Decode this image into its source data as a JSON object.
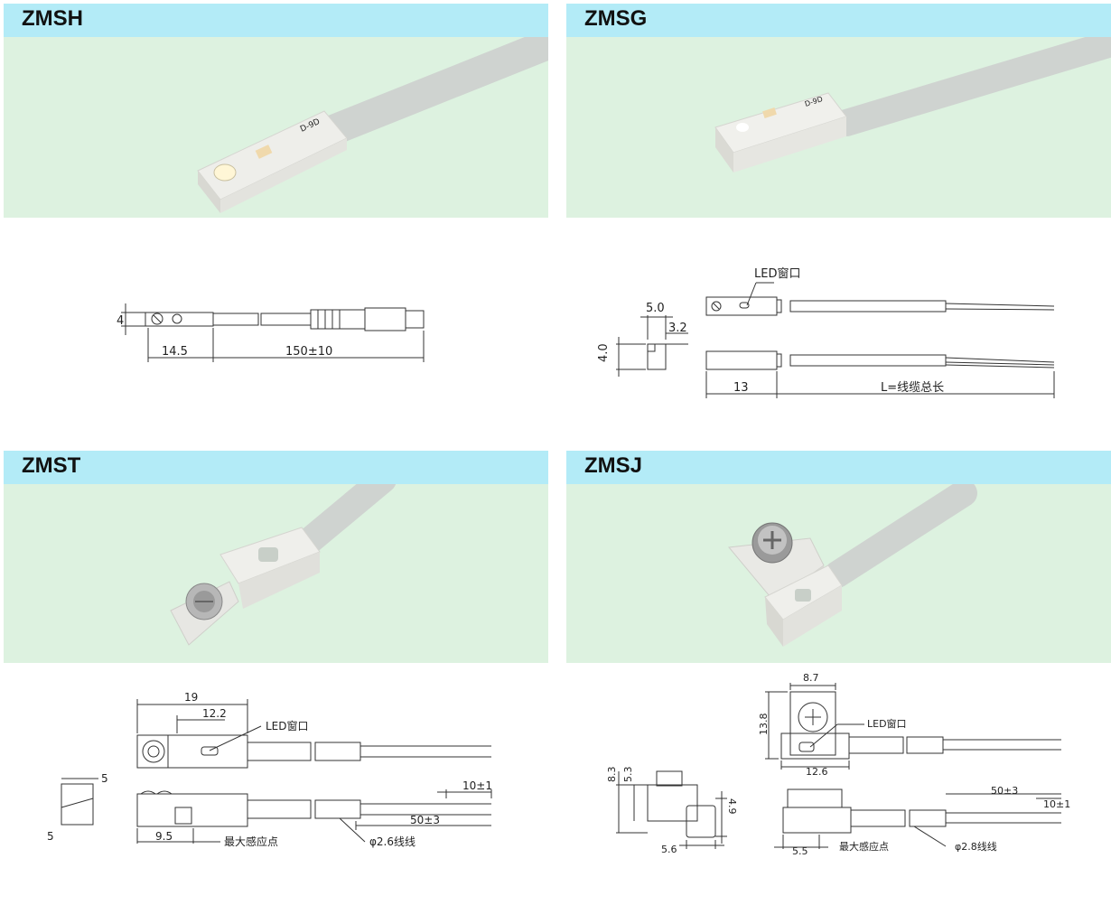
{
  "panels": [
    {
      "id": "zmsh",
      "title": "ZMSH",
      "photo_label": "D-9D",
      "dims": {
        "height": "4",
        "body": "14.5",
        "cable": "150±10"
      }
    },
    {
      "id": "zmsg",
      "title": "ZMSG",
      "photo_label": "D-9D",
      "dims": {
        "led": "LED窗口",
        "w": "5.0",
        "h": "3.2",
        "side": "4.0",
        "body": "13",
        "cable": "L=线缆总长"
      }
    },
    {
      "id": "zmst",
      "title": "ZMST",
      "dims": {
        "len": "19",
        "mid": "12.2",
        "led": "LED窗口",
        "side_w": "5",
        "side_h": "5",
        "tip": "10±1",
        "lead": "50±3",
        "sense": "9.5",
        "sense_label": "最大感应点",
        "cable_label": "φ2.6线线"
      }
    },
    {
      "id": "zmsj",
      "title": "ZMSJ",
      "dims": {
        "w": "8.7",
        "h": "13.8",
        "led": "LED窗口",
        "base": "12.6",
        "a": "8.3",
        "b": "5.3",
        "c": "4.9",
        "d": "5.6",
        "lead": "50±3",
        "tip": "10±1",
        "sense": "5.5",
        "sense_label": "最大感应点",
        "cable_label": "φ2.8线线"
      }
    }
  ]
}
